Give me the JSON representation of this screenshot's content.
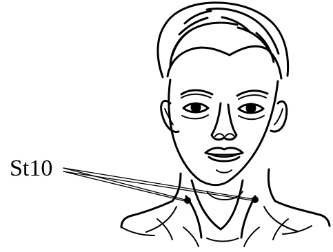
{
  "diagram": {
    "point_label": "St10",
    "colors": {
      "ink": "#000000",
      "background": "#ffffff"
    },
    "icons": [
      "head-outline",
      "acupoint-dot"
    ]
  }
}
